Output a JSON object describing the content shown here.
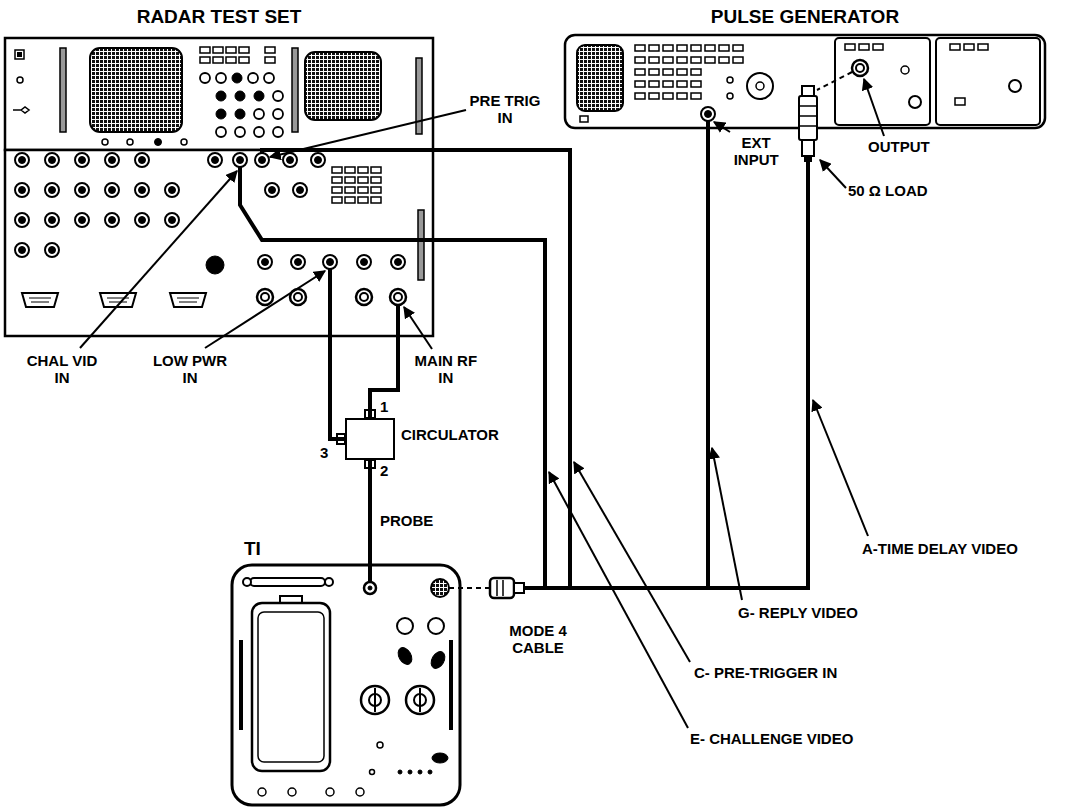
{
  "diagram": {
    "nodes": [
      {
        "text": [
          "RADAR TEST SET"
        ]
      },
      {
        "text": [
          "PULSE GENERATOR"
        ]
      },
      {
        "text": [
          "CIRCULATOR"
        ]
      },
      {
        "text": [
          "TI"
        ]
      }
    ],
    "edges": [
      {
        "from": 0,
        "to": 2,
        "arrow": "none"
      },
      {
        "from": 0,
        "to": 2,
        "arrow": "none"
      },
      {
        "from": 2,
        "to": 3,
        "arrow": "none"
      },
      {
        "from": 3,
        "to": 0,
        "arrow": "none"
      },
      {
        "from": 3,
        "to": 0,
        "arrow": "none"
      },
      {
        "from": 3,
        "to": 1,
        "arrow": "none"
      },
      {
        "from": 3,
        "to": 1,
        "arrow": "none"
      }
    ],
    "labels": [
      "PRE TRIG IN",
      "CHAL VID IN",
      "LOW PWR IN",
      "MAIN RF IN",
      "1",
      "3",
      "2",
      "PROBE",
      "MODE 4 CABLE",
      "OUTPUT",
      "EXT INPUT",
      "50 Ω LOAD",
      "A-TIME DELAY VIDEO",
      "G- REPLY VIDEO",
      "C- PRE-TRIGGER IN",
      "E- CHALLENGE VIDEO"
    ]
  }
}
